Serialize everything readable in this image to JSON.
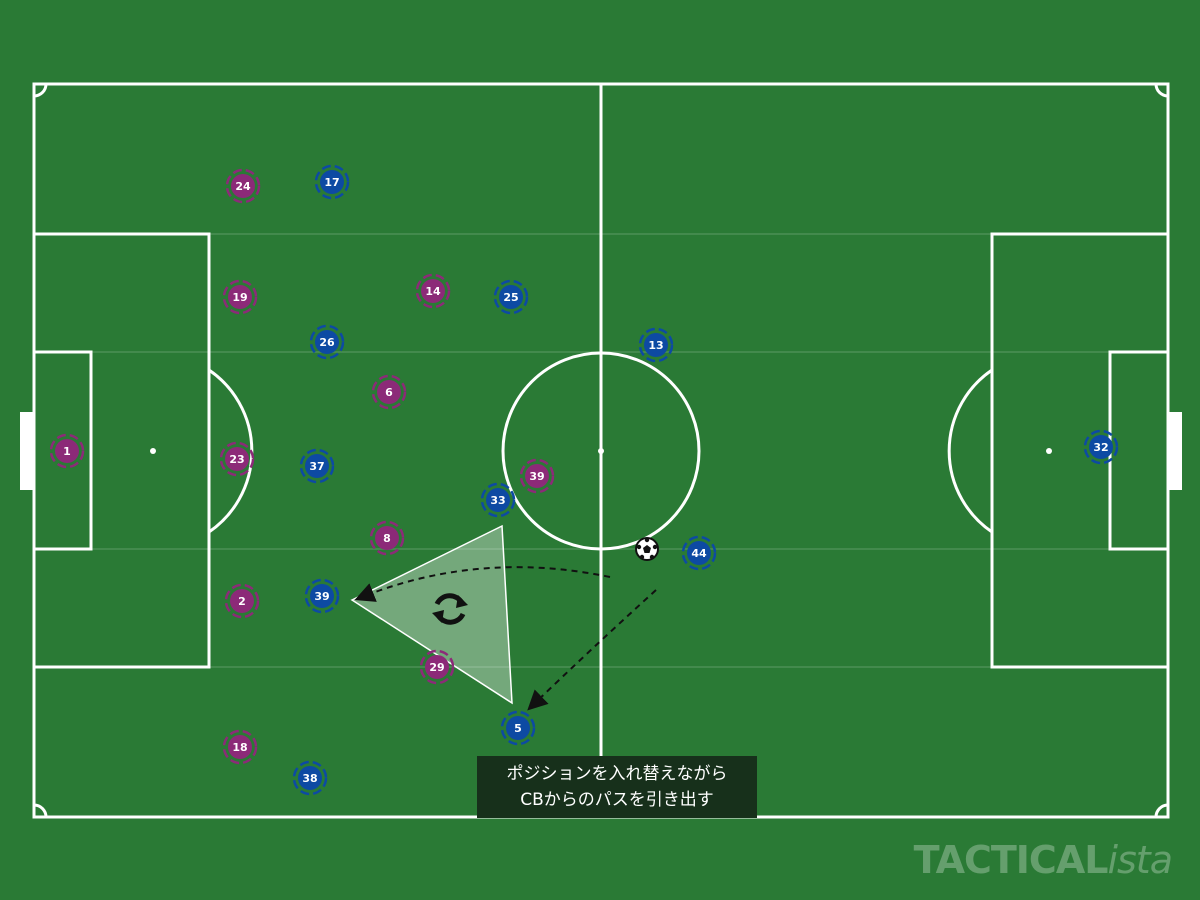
{
  "caption": {
    "line1": "ポジションを入れ替えながら",
    "line2": "CBからのパスを引き出す"
  },
  "watermark": {
    "main": "TACTICAL",
    "suffix": "ista"
  },
  "colors": {
    "pitch": "#2a7a35",
    "team_purple": "#8c2a78",
    "team_blue": "#0d4aa3",
    "lines": "#ffffff",
    "caption_bg": "#17301b"
  },
  "teams": {
    "purple": [
      "24",
      "19",
      "14",
      "6",
      "1",
      "23",
      "39",
      "8",
      "2",
      "29",
      "18"
    ],
    "blue": [
      "17",
      "25",
      "26",
      "13",
      "37",
      "33",
      "32",
      "44",
      "39",
      "5",
      "38"
    ]
  },
  "icons": {
    "rotation": "rotate-arrows-icon",
    "ball": "soccer-ball-icon"
  }
}
